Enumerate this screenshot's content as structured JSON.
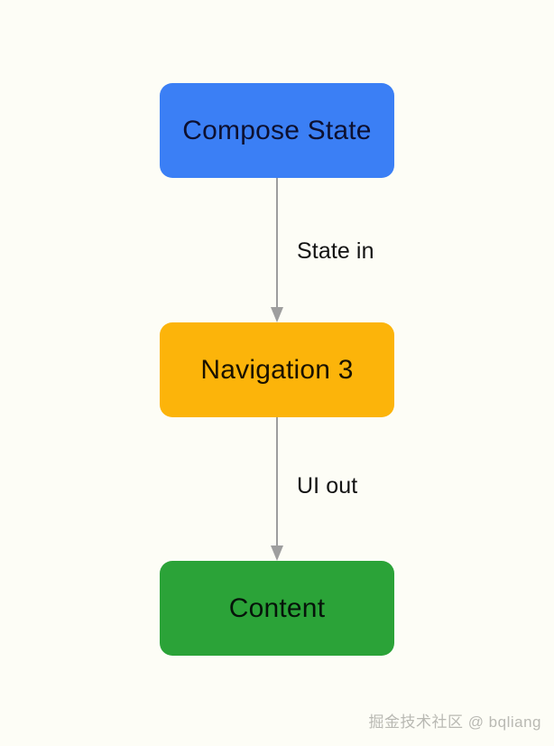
{
  "diagram": {
    "background_color": "#fdfdf6",
    "type": "flowchart",
    "direction": "top-to-bottom",
    "nodes": [
      {
        "id": "compose-state",
        "label": "Compose State",
        "fill": "#3b7ff5",
        "text_color": "#0d1030"
      },
      {
        "id": "navigation-3",
        "label": "Navigation 3",
        "fill": "#fcb40a",
        "text_color": "#1a1200"
      },
      {
        "id": "content",
        "label": "Content",
        "fill": "#2ba338",
        "text_color": "#06140a"
      }
    ],
    "edges": [
      {
        "id": "compose-state-to-navigation-3",
        "from": "compose-state",
        "to": "navigation-3",
        "label": "State in",
        "color": "#9e9e9e"
      },
      {
        "id": "navigation-3-to-content",
        "from": "navigation-3",
        "to": "content",
        "label": "UI out",
        "color": "#9e9e9e"
      }
    ]
  },
  "watermark": {
    "text": "掘金技术社区 @ bqliang",
    "color": "#b9b9b3"
  }
}
